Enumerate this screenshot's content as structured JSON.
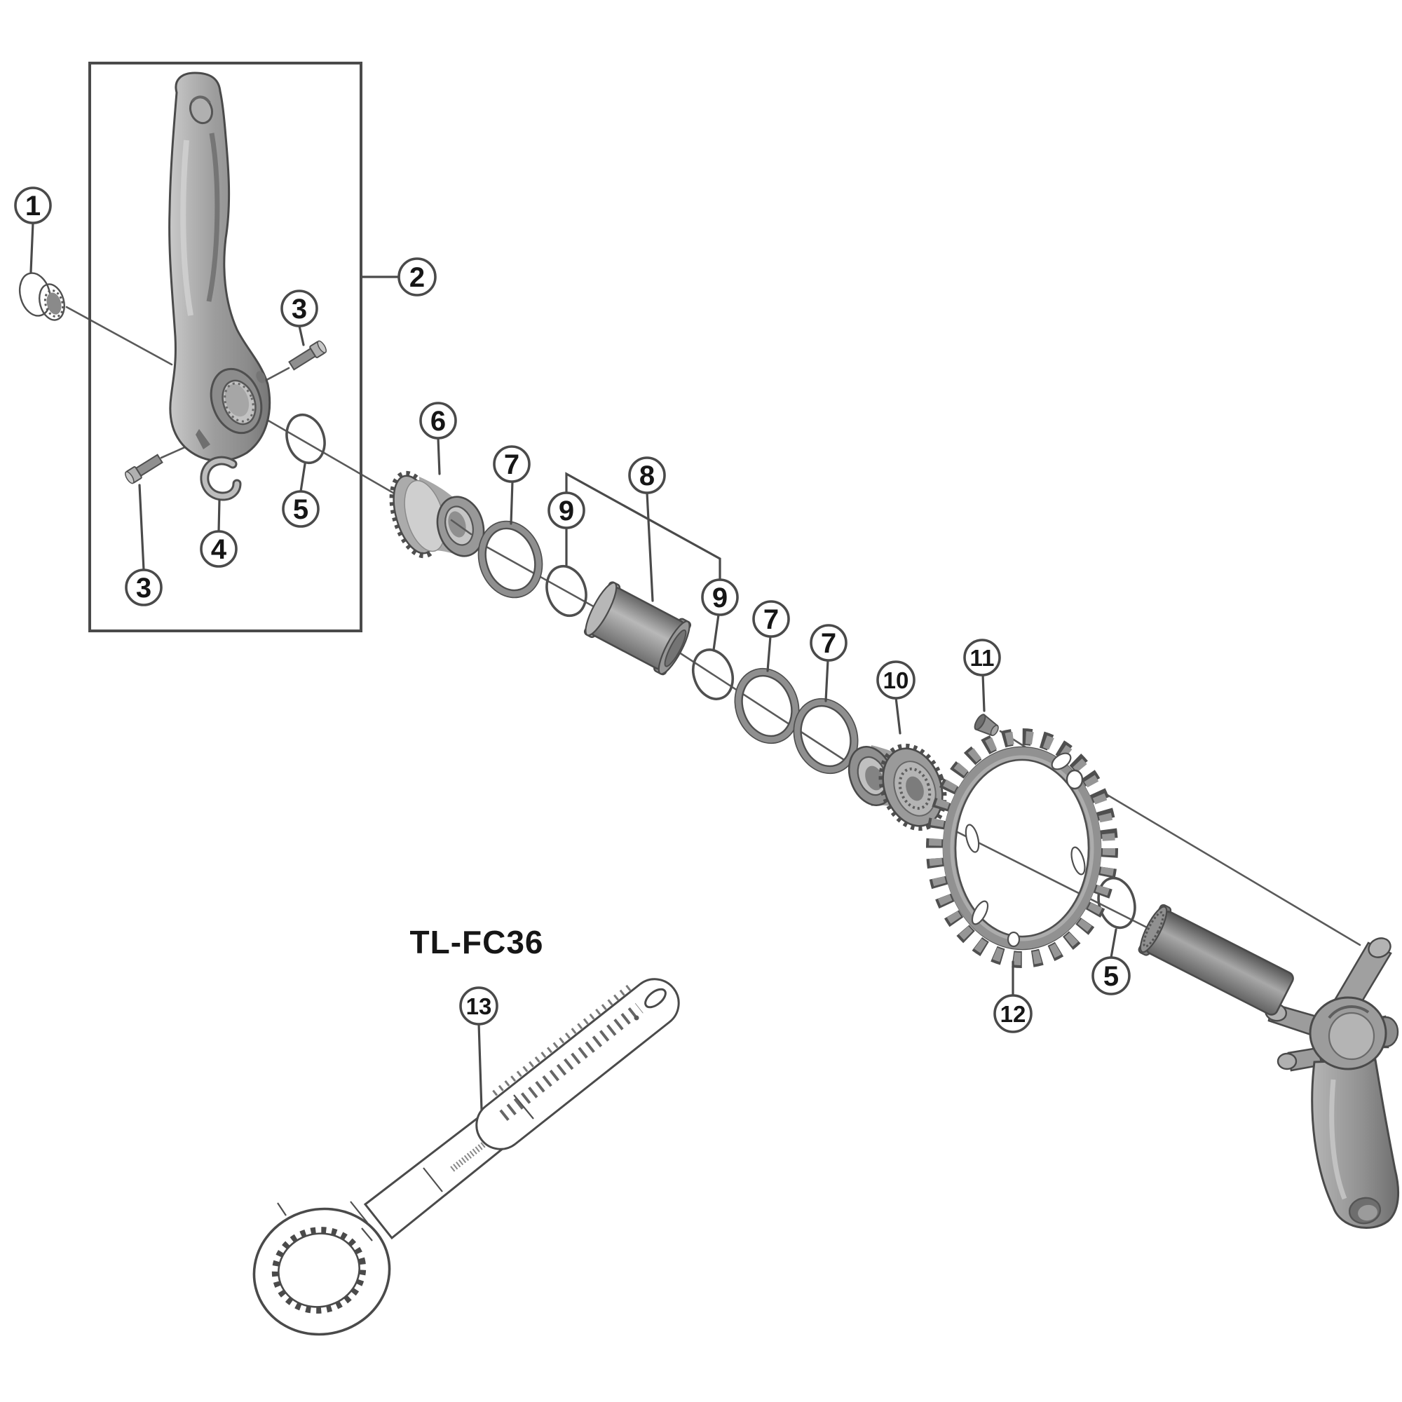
{
  "tool": {
    "label": "TL-FC36"
  },
  "callouts": [
    {
      "id": "c1",
      "label": "1"
    },
    {
      "id": "c2",
      "label": "2"
    },
    {
      "id": "c3a",
      "label": "3"
    },
    {
      "id": "c3b",
      "label": "3"
    },
    {
      "id": "c4",
      "label": "4"
    },
    {
      "id": "c5a",
      "label": "5"
    },
    {
      "id": "c5b",
      "label": "5"
    },
    {
      "id": "c6",
      "label": "6"
    },
    {
      "id": "c7a",
      "label": "7"
    },
    {
      "id": "c7b",
      "label": "7"
    },
    {
      "id": "c7c",
      "label": "7"
    },
    {
      "id": "c8",
      "label": "8"
    },
    {
      "id": "c9a",
      "label": "9"
    },
    {
      "id": "c9b",
      "label": "9"
    },
    {
      "id": "c10",
      "label": "10"
    },
    {
      "id": "c11",
      "label": "11"
    },
    {
      "id": "c12",
      "label": "12"
    },
    {
      "id": "c13",
      "label": "13"
    }
  ],
  "colors": {
    "background": "#ffffff",
    "line": "#4a4a4a",
    "part_gray": "#9a9a9a",
    "part_light": "#c9c9c9",
    "part_dark": "#6a6a6a"
  }
}
